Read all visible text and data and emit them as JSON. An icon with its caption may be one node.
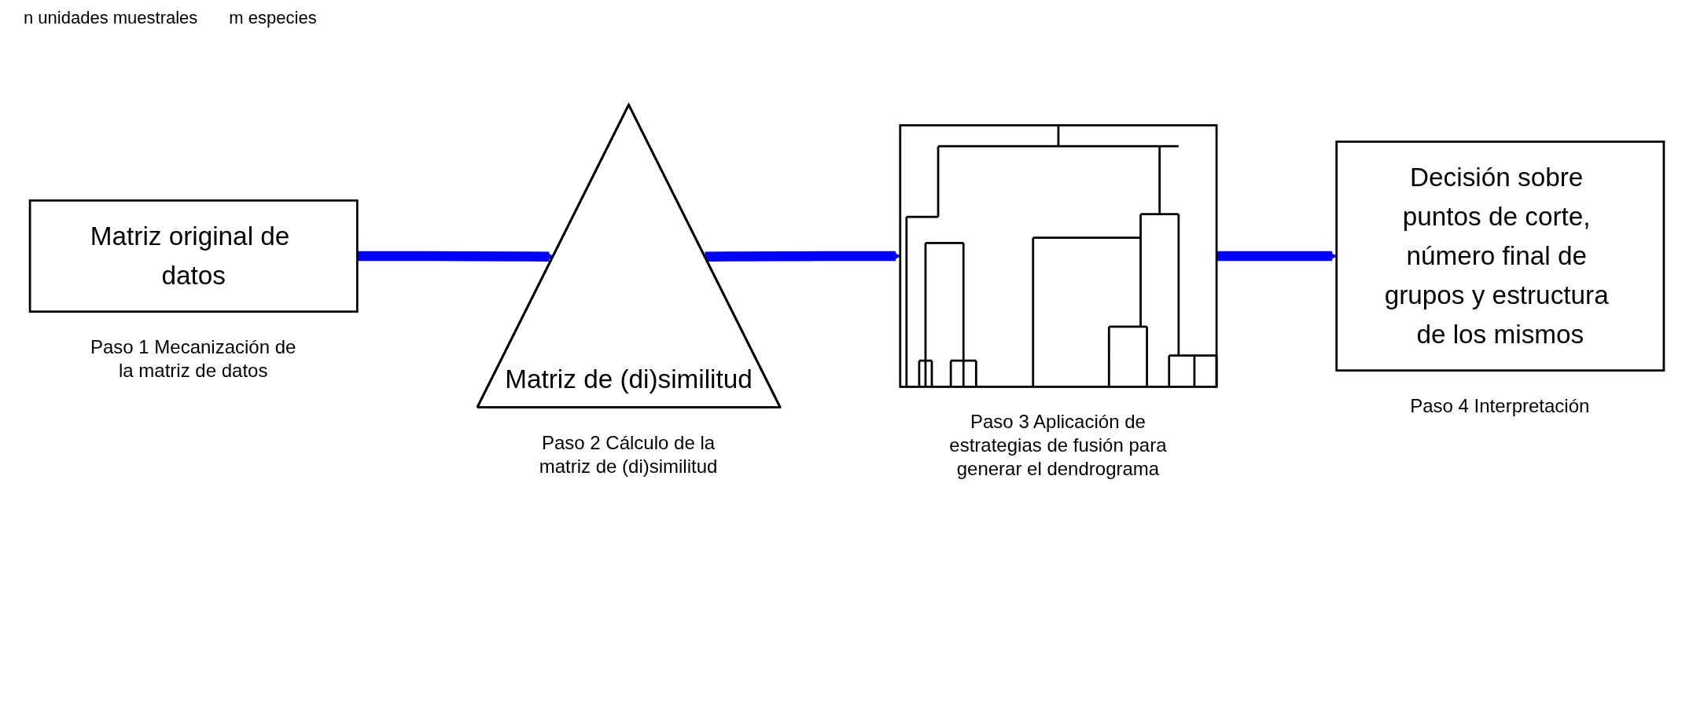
{
  "diagram": {
    "nodes": [
      {
        "text": [
          "Matriz original de datos"
        ],
        "beside": [
          "Paso 1 Mecanización de la matriz de datos"
        ]
      },
      {
        "text": [
          "Matriz de (di)similitud"
        ],
        "beside": [
          "Paso 2 Cálculo de la matriz de (di)similitud"
        ]
      },
      {
        "text": [],
        "shape": "picture",
        "beside": [
          "Paso 3 Aplicación de estrategias de fusión para generar el dendrograma"
        ]
      },
      {
        "text": [
          "Decisión sobre puntos de corte, número final de grupos y estructura de los mismos"
        ],
        "beside": [
          "Paso 4 Interpretación"
        ]
      }
    ],
    "edges": [
      {
        "from": 0,
        "to": 1,
        "arrow": "to"
      },
      {
        "from": 1,
        "to": 2,
        "arrow": "to"
      },
      {
        "from": 2,
        "to": 3,
        "arrow": "to"
      }
    ],
    "labels": [
      "n unidades muestrales",
      "m especies"
    ]
  }
}
